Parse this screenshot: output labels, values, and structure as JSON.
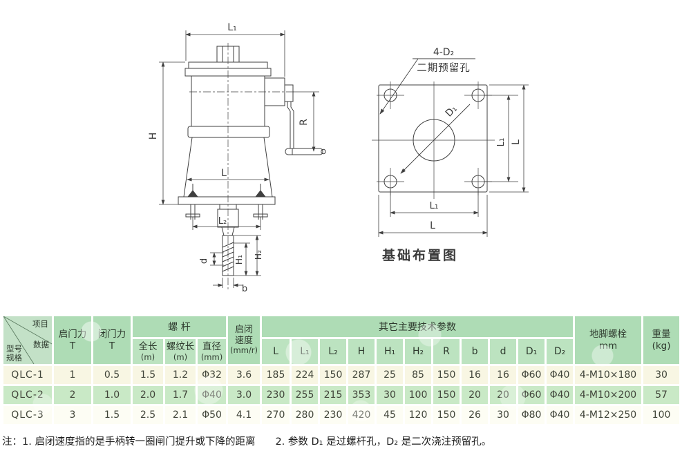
{
  "device_drawing": {
    "labels": {
      "top_width": "L₁",
      "height": "H",
      "crank_radius": "R",
      "base_width": "L",
      "bolt_spacing": "L₂",
      "screw_diameter": "d",
      "h1": "H₁",
      "h2": "H₂",
      "b": "b"
    }
  },
  "foundation_drawing": {
    "bolt_holes_label": "4-D₂",
    "bolt_holes_note": "二期预留孔",
    "center_hole_label": "D₁",
    "right_inner": "L₁",
    "right_outer": "L",
    "bottom_inner": "L₁",
    "bottom_outer": "L",
    "caption": "基础布置图"
  },
  "table": {
    "corner": {
      "item": "项目",
      "data": "数据",
      "model_spec": "型号规格"
    },
    "headers": {
      "open_force": "启门力",
      "open_force_unit": "T",
      "close_force": "闭门力",
      "close_force_unit": "T",
      "screw_group": "螺 杆",
      "screw_total_len": "全长",
      "screw_total_len_unit": "(m)",
      "screw_thread_len": "螺纹长",
      "screw_thread_len_unit": "(m)",
      "screw_dia": "直径",
      "screw_dia_unit": "(mm)",
      "speed": "启闭速度",
      "speed_unit": "(mm/r)",
      "params_group": "其它主要技术参数",
      "param_cols": [
        "L",
        "L₁",
        "L₂",
        "H",
        "H₁",
        "H₂",
        "R",
        "b",
        "d",
        "D₁",
        "D₂"
      ],
      "anchor_bolt": "地脚螺栓",
      "anchor_bolt_unit": "mm",
      "weight": "重量",
      "weight_unit": "(kg)"
    },
    "rows": [
      {
        "model": "QLC-1",
        "open": "1",
        "close": "0.5",
        "len": "1.5",
        "tlen": "1.2",
        "dia": "Φ32",
        "speed": "3.6",
        "L": "185",
        "L1": "224",
        "L2": "150",
        "H": "287",
        "H1": "25",
        "H2": "85",
        "R": "150",
        "b": "16",
        "d": "16",
        "D1": "Φ60",
        "D2": "Φ40",
        "bolt": "4-M10×180",
        "wt": "30"
      },
      {
        "model": "QLC-2",
        "open": "2",
        "close": "1.0",
        "len": "2.0",
        "tlen": "1.7",
        "dia": "Φ40",
        "speed": "3.0",
        "L": "230",
        "L1": "255",
        "L2": "215",
        "H": "353",
        "H1": "30",
        "H2": "100",
        "R": "150",
        "b": "20",
        "d": "20",
        "D1": "Φ60",
        "D2": "Φ40",
        "bolt": "4-M10×200",
        "wt": "57"
      },
      {
        "model": "QLC-3",
        "open": "3",
        "close": "1.5",
        "len": "2.5",
        "tlen": "2.1",
        "dia": "Φ50",
        "speed": "4.1",
        "L": "270",
        "L1": "280",
        "L2": "230",
        "H": "420",
        "H1": "45",
        "H2": "120",
        "R": "150",
        "b": "26",
        "d": "30",
        "D1": "Φ80",
        "D2": "Φ40",
        "bolt": "4-M12×250",
        "wt": "100"
      }
    ]
  },
  "note": "注：1. 启闭速度指的是手柄转一圈闸门提升或下降的距离　　2. 参数 D₁ 是过螺杆孔，D₂ 是二次浇注预留孔。",
  "colors": {
    "header_green": "#aedcb5",
    "row_green": "#c9e9c6",
    "row_cream": "#f8f6e3",
    "line": "#3f3f3f"
  }
}
